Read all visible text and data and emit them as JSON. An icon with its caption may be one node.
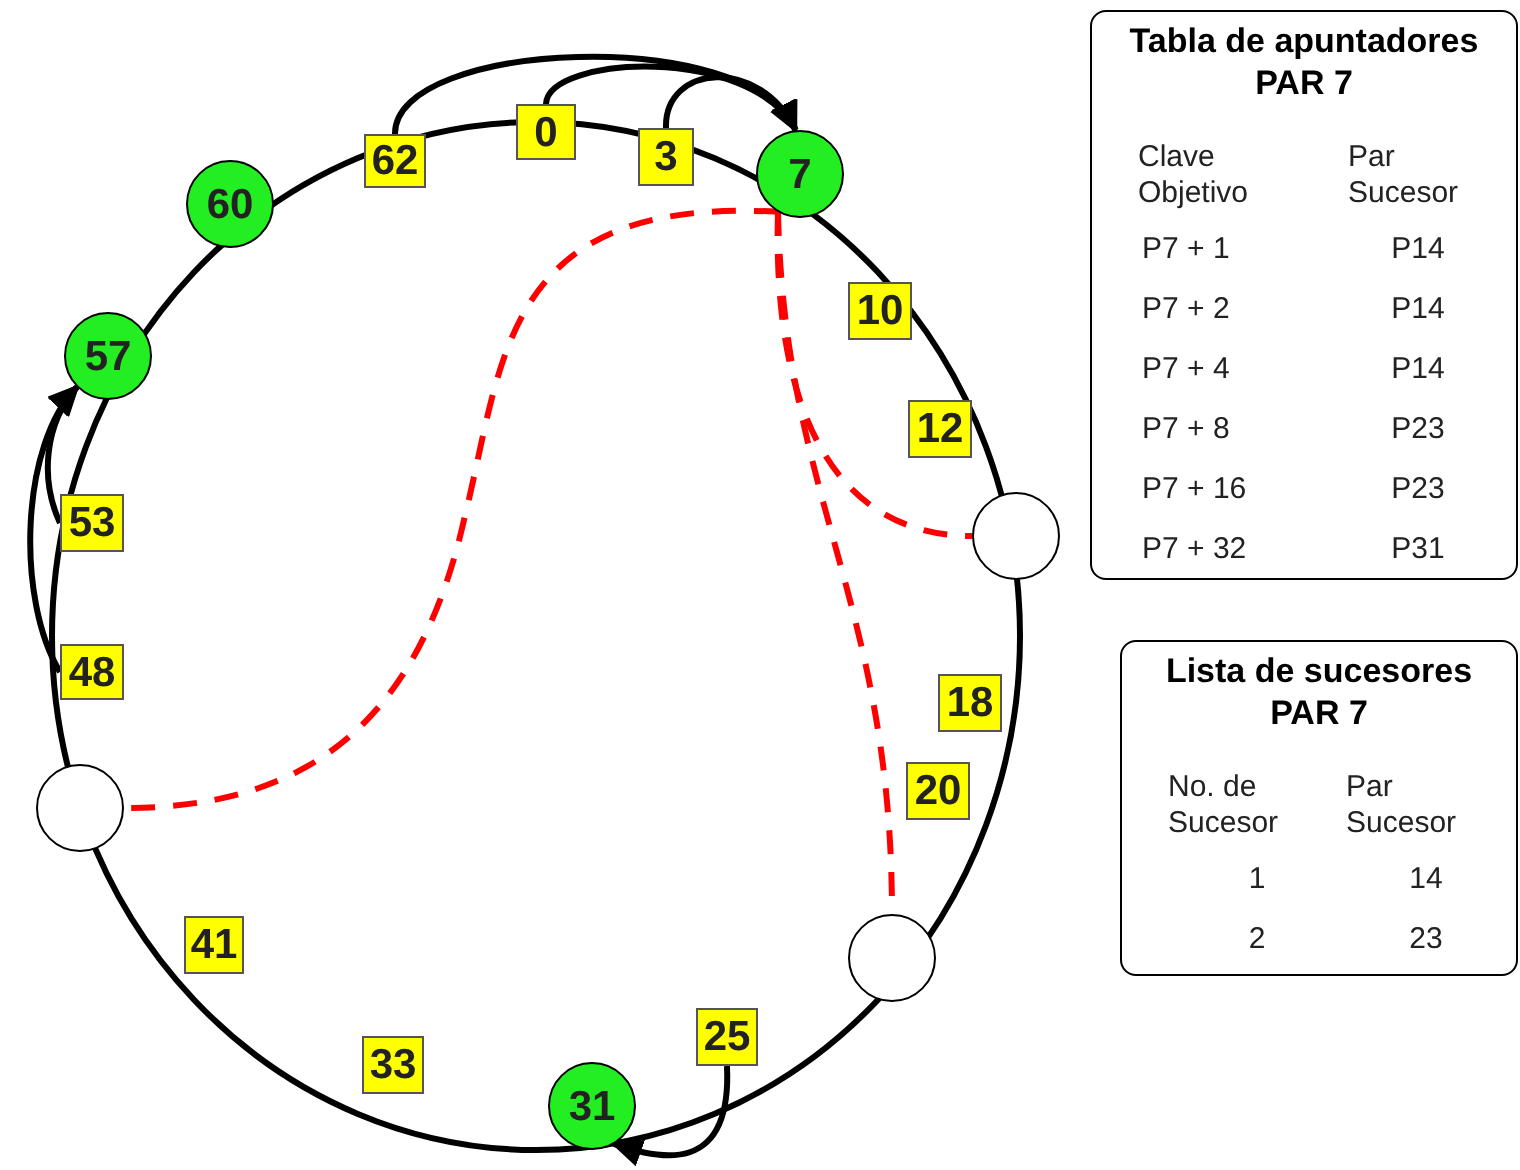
{
  "diagram": {
    "nodes": [
      {
        "text": [
          "0"
        ]
      },
      {
        "text": [
          "3"
        ]
      },
      {
        "text": [
          "62"
        ]
      },
      {
        "text": [
          "7"
        ]
      },
      {
        "text": [
          "60"
        ]
      },
      {
        "text": [
          "57"
        ]
      },
      {
        "text": [
          "10"
        ]
      },
      {
        "text": [
          "12"
        ]
      },
      {
        "text": [
          "53"
        ]
      },
      {
        "text": [],
        "shape": "circle"
      },
      {
        "text": [
          "48"
        ]
      },
      {
        "text": [
          "18"
        ]
      },
      {
        "text": [],
        "shape": "circle"
      },
      {
        "text": [
          "20"
        ]
      },
      {
        "text": [
          "41"
        ]
      },
      {
        "text": [],
        "shape": "circle"
      },
      {
        "text": [
          "25"
        ]
      },
      {
        "text": [
          "33"
        ]
      },
      {
        "text": [
          "31"
        ]
      },
      {
        "text": [
          "Tabla de apuntadores PAR 7",
          "Clave Objetivo",
          "Par Sucesor",
          "P7 + 1",
          "P14",
          "P7 + 2",
          "P14",
          "P7 + 4",
          "P14",
          "P7 + 8",
          "P23",
          "P7 + 16",
          "P23",
          "P7 + 32",
          "P31"
        ]
      },
      {
        "text": [
          "Lista de sucesores PAR 7",
          "No. de Sucesor",
          "Par Sucesor",
          "1",
          "14",
          "2",
          "23"
        ]
      }
    ],
    "edges": [
      {
        "from": 2,
        "to": 3,
        "arrow": "to"
      },
      {
        "from": 0,
        "to": 3,
        "arrow": "to"
      },
      {
        "from": 1,
        "to": 3,
        "arrow": "to"
      },
      {
        "from": 8,
        "to": 5,
        "arrow": "to"
      },
      {
        "from": 10,
        "to": 5,
        "arrow": "to"
      },
      {
        "from": 16,
        "to": 18,
        "arrow": "to"
      },
      {
        "from": 3,
        "to": 12,
        "arrow": "none",
        "style": "dashed",
        "color": "#ff0000"
      },
      {
        "from": 3,
        "to": 9,
        "arrow": "none",
        "style": "dashed",
        "color": "#ff0000"
      },
      {
        "from": 3,
        "to": 15,
        "arrow": "none",
        "style": "dashed",
        "color": "#ff0000"
      }
    ]
  }
}
